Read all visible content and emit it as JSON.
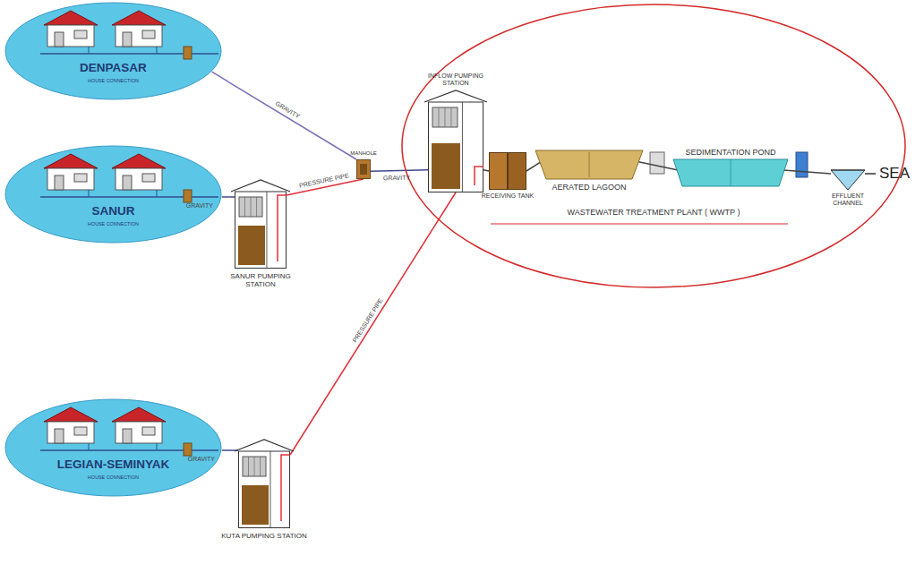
{
  "diagram": {
    "nodes": [
      {
        "text": [
          "DENPASAR",
          "HOUSE CONNECTION"
        ]
      },
      {
        "text": [
          "SANUR",
          "HOUSE CONNECTION"
        ]
      },
      {
        "text": [
          "LEGIAN-SEMINYAK",
          "HOUSE CONNECTION"
        ]
      },
      {
        "text": [
          "MANHOLE"
        ]
      },
      {
        "text": [
          "SANUR PUMPING STATION"
        ]
      },
      {
        "text": [
          "KUTA PUMPING STATION"
        ]
      },
      {
        "text": [
          "WASTEWATER TREATMENT PLANT ( WWTP )"
        ]
      },
      {
        "text": [
          "INFLOW PUMPING STATION"
        ],
        "in": 6
      },
      {
        "text": [
          "RECEIVING TANK"
        ],
        "in": 6
      },
      {
        "text": [
          "AERATED LAGOON"
        ],
        "in": 6
      },
      {
        "text": [
          "SEDIMENTATION POND"
        ],
        "in": 6
      },
      {
        "text": [
          "EFFLUENT CHANNEL"
        ],
        "in": 6
      }
    ],
    "edges": [
      {
        "from": 0,
        "to": 3,
        "label": "GRAVITY",
        "arrow": "none"
      },
      {
        "from": 1,
        "to": 4,
        "label": "GRAVITY",
        "arrow": "none"
      },
      {
        "from": 4,
        "to": 3,
        "label": "PRESSURE PIPE",
        "arrow": "none"
      },
      {
        "from": 3,
        "to": 7,
        "label": "GRAVITY",
        "arrow": "none"
      },
      {
        "from": 2,
        "to": 5,
        "label": "GRAVITY",
        "arrow": "none"
      },
      {
        "from": 5,
        "to": 7,
        "label": "PRESSURE PIPE",
        "arrow": "none"
      },
      {
        "from": 7,
        "to": 8,
        "arrow": "none"
      },
      {
        "from": 8,
        "to": 9,
        "arrow": "none"
      },
      {
        "from": 9,
        "to": 10,
        "arrow": "none"
      },
      {
        "from": 10,
        "to": 11,
        "arrow": "none"
      }
    ],
    "labels": [
      "SEA"
    ]
  }
}
